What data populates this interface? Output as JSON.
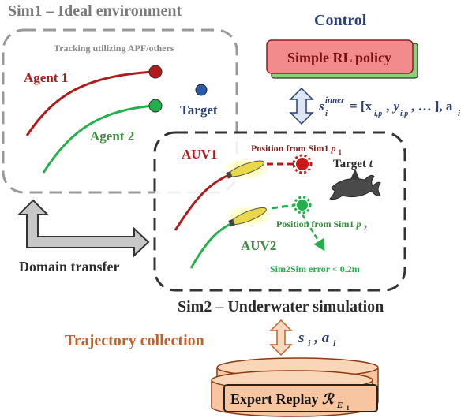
{
  "sim1": {
    "title": "Sim1 – Ideal environment",
    "subtitle": "Tracking utilizing APF/others",
    "agent1": "Agent 1",
    "agent2": "Agent 2",
    "target": "Target"
  },
  "control": {
    "title": "Control",
    "policy": "Simple RL policy",
    "state_sym": "s",
    "state_sub": "i",
    "state_sup": "inner",
    "state_rest": "= [x",
    "x_sub": "i,p",
    "y_part": ", y",
    "y_sub": "i,p",
    "tail": ", … ], a",
    "a_sub": "i"
  },
  "sim2": {
    "title": "Sim2 – Underwater simulation",
    "auv1": "AUV1",
    "auv2": "AUV2",
    "pos1_text": "Position from Sim1 ",
    "pos1_sym": "p",
    "pos1_sub": "1",
    "pos2_text": "Position from Sim1 ",
    "pos2_sym": "p",
    "pos2_sub": "2",
    "target_text": "Target ",
    "target_sym": "t",
    "error": "Sim2Sim error < 0.2m"
  },
  "domain_transfer": "Domain transfer",
  "trajectory": {
    "title": "Trajectory collection",
    "s_sym": "s",
    "s_sub": "i",
    "a_part": ", a",
    "a_sub": "i"
  },
  "replay": {
    "label": "Expert Replay ",
    "sym": "ℛ",
    "sub": "E",
    "subsub": "1"
  },
  "colors": {
    "red": "#b01c1c",
    "green": "#22b04b",
    "blue_text": "#2a3f78",
    "orange_text": "#c0622a",
    "gray_text": "#7a7a7a",
    "dark_text": "#2b2b2b",
    "policy_fill": "#f28c8c",
    "policy_shadow": "#8dd07a",
    "replay_fill": "#f7c6a0"
  }
}
